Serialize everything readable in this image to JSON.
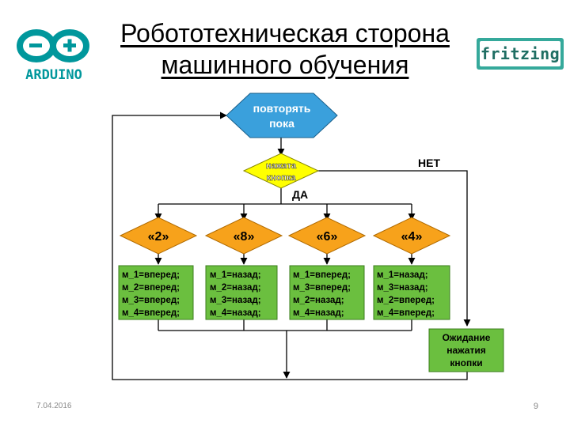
{
  "title": {
    "line1": "Робототехническая сторона",
    "line2": "машинного обучения"
  },
  "logos": {
    "arduino": "ARDUINO",
    "fritzing": "fritzing"
  },
  "flowchart": {
    "loop": [
      "повторять",
      "пока"
    ],
    "decision": [
      "нажата",
      "кнопка"
    ],
    "yes": "ДА",
    "no": "НЕТ",
    "cases": [
      {
        "label": "«2»",
        "actions": [
          "м_1=вперед;",
          "м_2=вперед;",
          "м_3=вперед;",
          "м_4=вперед;"
        ]
      },
      {
        "label": "«8»",
        "actions": [
          "м_1=назад;",
          "м_2=назад;",
          "м_3=назад;",
          "м_4=назад;"
        ]
      },
      {
        "label": "«6»",
        "actions": [
          "м_1=вперед;",
          "м_3=вперед;",
          "м_2=назад;",
          "м_4=назад;"
        ]
      },
      {
        "label": "«4»",
        "actions": [
          "м_1=назад;",
          "м_3=назад;",
          "м_2=вперед;",
          "м_4=вперед;"
        ]
      }
    ],
    "wait": [
      "Ожидание",
      "нажатия",
      "кнопки"
    ]
  },
  "colors": {
    "blue": "#3aa0dc",
    "yellow": "#ffff00",
    "orange": "#f7a21b",
    "green": "#6bbf3f",
    "arduino": "#00979c"
  },
  "footer": {
    "date": "7.04.2016",
    "page": "9"
  }
}
